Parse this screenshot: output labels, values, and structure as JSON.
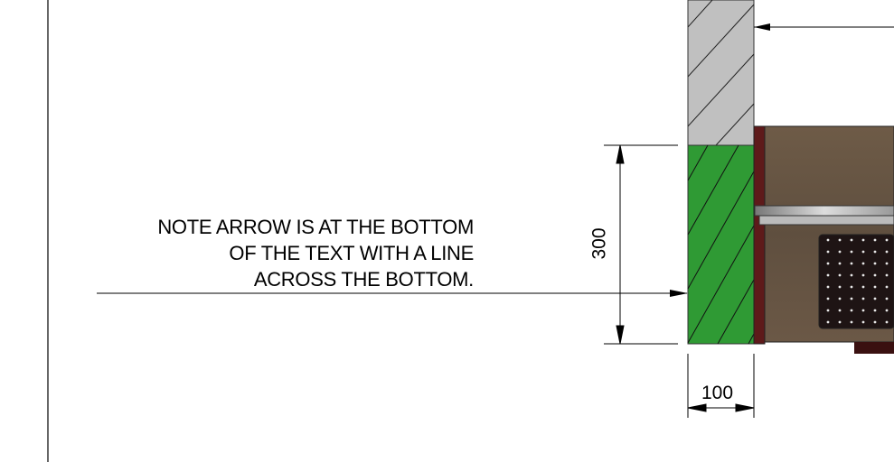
{
  "note": {
    "lines": [
      "NOTE ARROW IS AT THE BOTTOM",
      "OF THE TEXT WITH A LINE",
      "ACROSS THE BOTTOM."
    ]
  },
  "dimensions": {
    "vertical": "300",
    "horizontal": "100"
  },
  "colors": {
    "wall_gray": "#c0c0c0",
    "insulation_green": "#2f9a34",
    "trim_red": "#5e1a1a",
    "wood": "#6b5a48",
    "perforated_panel": "#1e1414"
  }
}
